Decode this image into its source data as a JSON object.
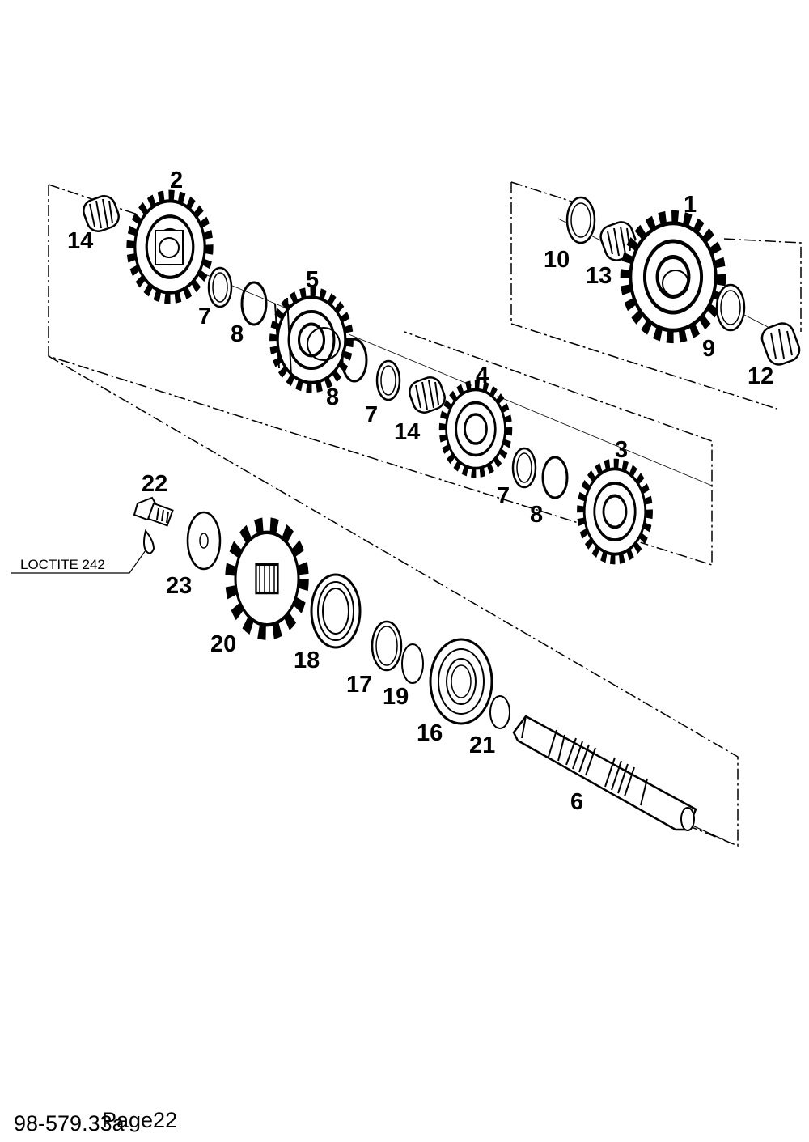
{
  "diagram": {
    "callouts": [
      "1",
      "2",
      "3",
      "4",
      "5",
      "6",
      "7",
      "7",
      "7",
      "8",
      "8",
      "8",
      "9",
      "10",
      "12",
      "13",
      "14",
      "14",
      "16",
      "17",
      "18",
      "19",
      "20",
      "21",
      "22",
      "23"
    ],
    "note": "LOCTITE 242",
    "footer_code": "98-579.33a",
    "footer_page": "Page22"
  },
  "colors": {
    "ink": "#000000",
    "paper": "#ffffff"
  }
}
